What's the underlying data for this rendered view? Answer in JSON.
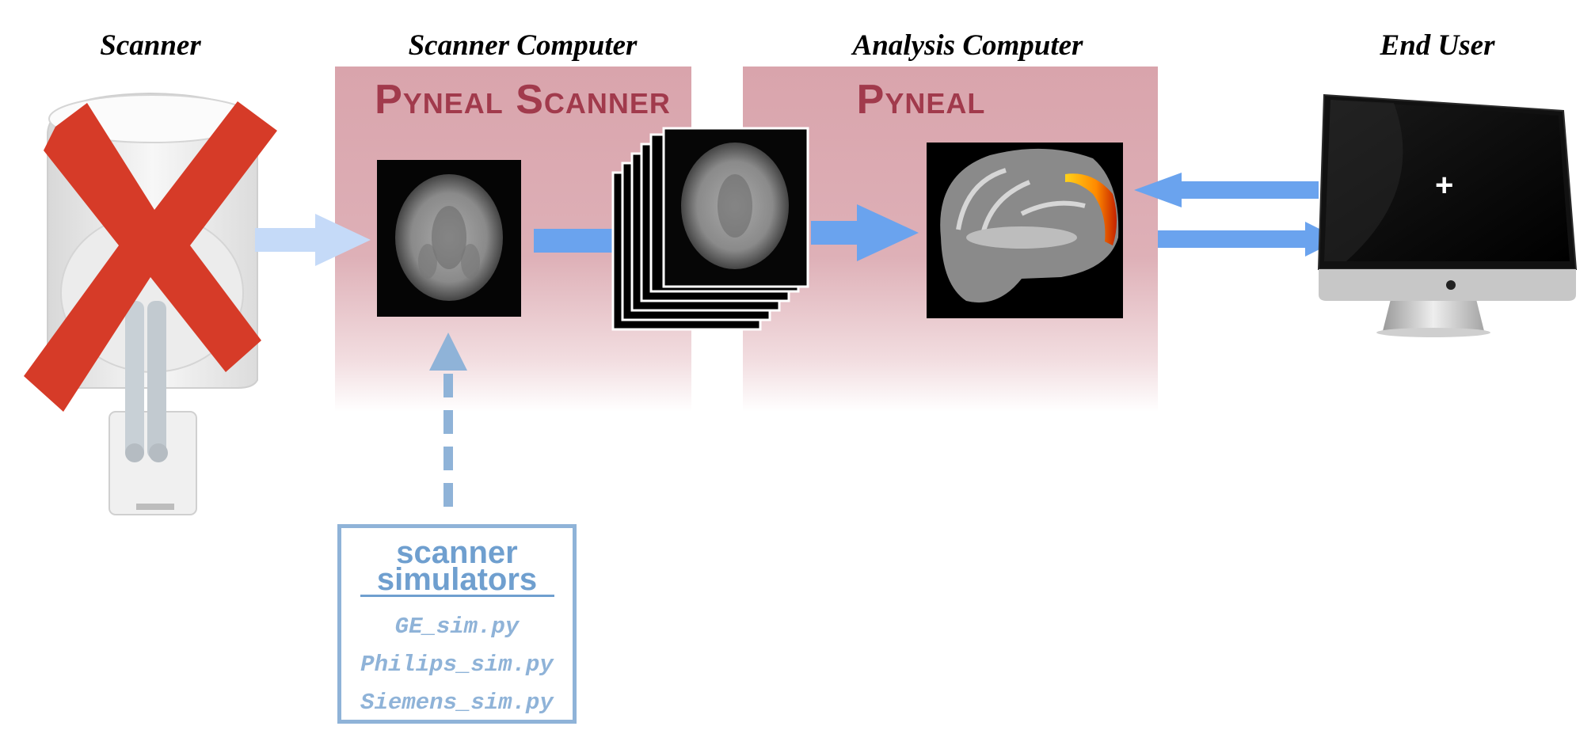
{
  "columns": {
    "scanner": "Scanner",
    "scanner_computer": "Scanner Computer",
    "analysis_computer": "Analysis Computer",
    "end_user": "End User"
  },
  "panels": {
    "pyneal_scanner": "Pyneal Scanner",
    "pyneal": "Pyneal"
  },
  "simulators": {
    "title_line1": "scanner",
    "title_line2": "simulators",
    "files": [
      "GE_sim.py",
      "Philips_sim.py",
      "Siemens_sim.py"
    ]
  },
  "monitor": {
    "fixation": "+"
  },
  "colors": {
    "panel": "#d9a4ac",
    "panel_title": "#a13a4c",
    "arrow": "#6aa3ee",
    "arrow_faded": "#c5daf8",
    "simulator": "#8fb3d8",
    "cross": "#d63b28"
  },
  "icons": [
    "mri-scanner-icon",
    "brain-slice-icon",
    "brain-stack-icon",
    "brain-activation-icon",
    "monitor-icon",
    "red-x-icon"
  ]
}
